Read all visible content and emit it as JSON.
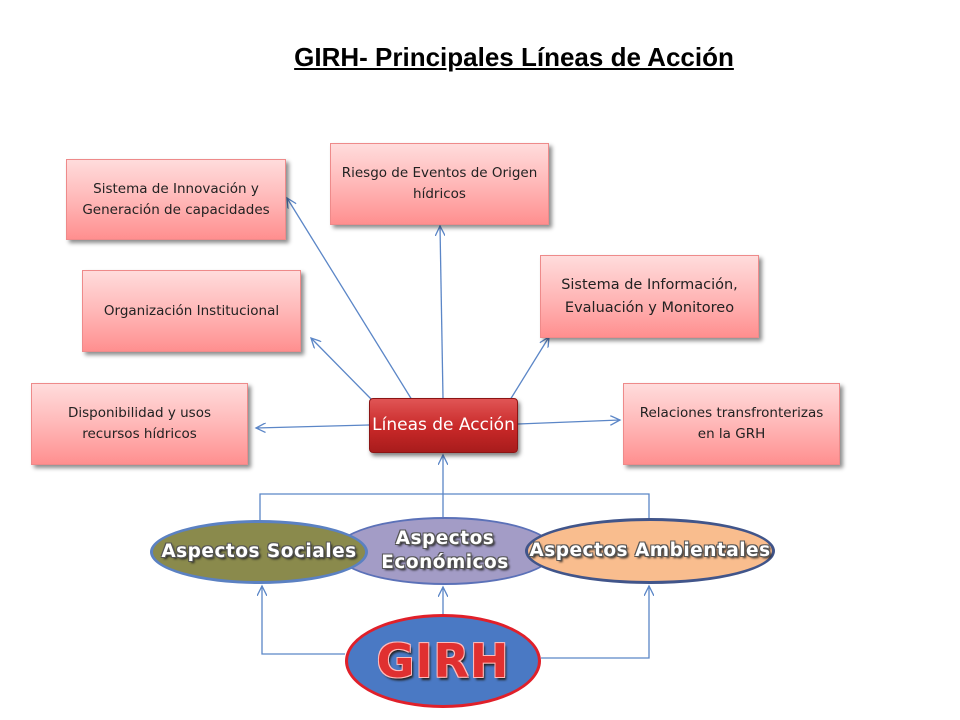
{
  "title": "GIRH- Principales Líneas de Acción",
  "boxes": {
    "innovacion": "Sistema de Innovación y Generación de capacidades",
    "riesgo": "Riesgo de Eventos de Origen hídricos",
    "informacion": "Sistema de Información, Evaluación y Monitoreo",
    "organizacion": "Organización Institucional",
    "disponibilidad": "Disponibilidad y usos recursos hídricos",
    "relaciones": "Relaciones transfronterizas en la GRH"
  },
  "center": "Líneas de Acción",
  "aspects": {
    "sociales": "Aspectos Sociales",
    "economicos": "Aspectos Económicos",
    "ambientales": "Aspectos Ambientales"
  },
  "root": "GIRH",
  "colors": {
    "box_fill": "#ffb4b4",
    "center_fill": "#c82828",
    "arrow": "#5b86c7",
    "sociales": "#8a8a4c",
    "economicos": "#a39cc6",
    "ambientales": "#f9bd8e",
    "root_fill": "#4a79c4",
    "root_text": "#e03030"
  }
}
